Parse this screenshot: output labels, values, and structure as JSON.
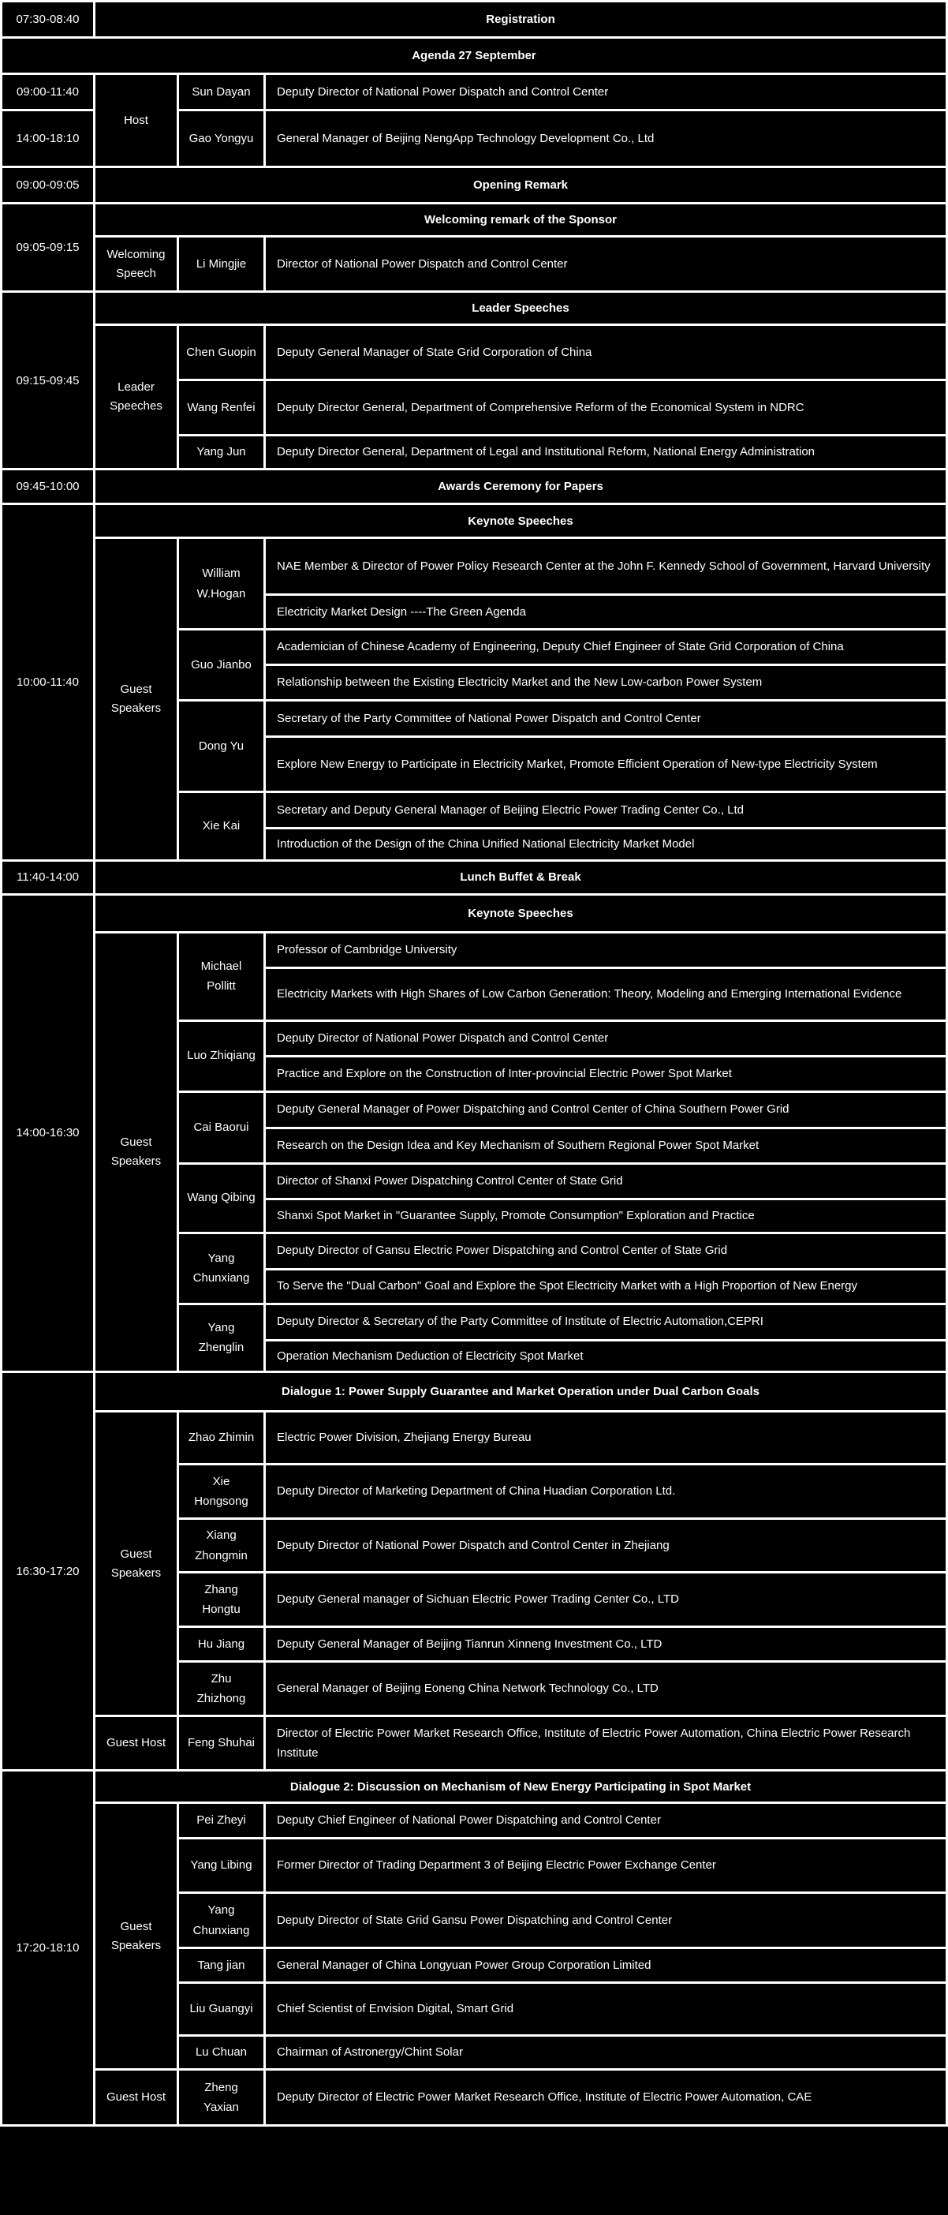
{
  "page": {
    "background_color": "#000000",
    "text_color": "#ffffff",
    "border_color": "#ffffff"
  },
  "agenda": {
    "registration_time": "07:30-08:40",
    "registration_label": "Registration",
    "date_header": "Agenda 27 September",
    "host": {
      "times": [
        "09:00-11:40",
        "14:00-18:10"
      ],
      "role": "Host",
      "speakers": [
        {
          "name": "Sun Dayan",
          "desc": "Deputy Director of National Power Dispatch and Control Center"
        },
        {
          "name": "Gao Yongyu",
          "desc": "General Manager of Beijing NengApp Technology Development Co., Ltd"
        }
      ]
    },
    "opening": {
      "time": "09:00-09:05",
      "label": "Opening Remark"
    },
    "welcoming": {
      "time": "09:05-09:15",
      "header": "Welcoming remark of the Sponsor",
      "role": "Welcoming Speech",
      "speaker": {
        "name": "Li Mingjie",
        "desc": "Director of National Power Dispatch and Control Center"
      }
    },
    "leader": {
      "time": "09:15-09:45",
      "header": "Leader  Speeches",
      "role": "Leader Speeches",
      "speakers": [
        {
          "name": "Chen Guopin",
          "desc": "Deputy General Manager of State Grid Corporation of China"
        },
        {
          "name": "Wang Renfei",
          "desc": "Deputy Director General, Department of Comprehensive Reform of the Economical System in NDRC"
        },
        {
          "name": "Yang Jun",
          "desc": "Deputy Director General, Department of Legal and Institutional Reform, National Energy Administration"
        }
      ]
    },
    "awards": {
      "time": "09:45-10:00",
      "label": "Awards Ceremony for Papers"
    },
    "keynote_morning": {
      "time": "10:00-11:40",
      "header": "Keynote Speeches",
      "role": "Guest Speakers",
      "speakers": [
        {
          "name": "William W.Hogan",
          "title": "NAE Member & Director of Power Policy Research Center at the John F. Kennedy School of Government, Harvard University",
          "topic": "Electricity Market Design ----The Green Agenda"
        },
        {
          "name": "Guo Jianbo",
          "title": "Academician of Chinese Academy of Engineering, Deputy Chief Engineer of State Grid Corporation of China",
          "topic": "Relationship between the Existing Electricity Market and the New Low-carbon Power System"
        },
        {
          "name": "Dong Yu",
          "title": "Secretary of the Party Committee of National Power Dispatch and Control Center",
          "topic": "Explore New Energy to Participate in Electricity Market, Promote Efficient Operation of New-type Electricity System"
        },
        {
          "name": "Xie Kai",
          "title": "Secretary and Deputy General Manager of Beijing Electric Power Trading Center Co., Ltd",
          "topic": "Introduction of the Design of the China Unified National Electricity Market Model"
        }
      ]
    },
    "lunch": {
      "time": "11:40-14:00",
      "label": "Lunch Buffet & Break"
    },
    "keynote_afternoon": {
      "time": "14:00-16:30",
      "header": "Keynote Speeches",
      "role": "Guest Speakers",
      "speakers": [
        {
          "name": "Michael Pollitt",
          "title": "Professor of Cambridge University",
          "topic": "Electricity Markets with High Shares of Low Carbon Generation: Theory, Modeling and Emerging International Evidence"
        },
        {
          "name": "Luo Zhiqiang",
          "title": "Deputy Director of National Power Dispatch and Control Center",
          "topic": "Practice and Explore on the Construction of Inter-provincial Electric Power Spot Market"
        },
        {
          "name": "Cai Baorui",
          "title": "Deputy General Manager of Power Dispatching and Control Center of China Southern Power Grid",
          "topic": "Research on the Design Idea and Key Mechanism of Southern Regional Power Spot Market"
        },
        {
          "name": "Wang Qibing",
          "title": "Director of Shanxi Power Dispatching Control Center of State Grid",
          "topic": "Shanxi Spot Market in \"Guarantee Supply, Promote Consumption\" Exploration and Practice"
        },
        {
          "name": "Yang Chunxiang",
          "title": "Deputy Director of Gansu Electric Power Dispatching and Control Center of State Grid",
          "topic": "To Serve the \"Dual Carbon\" Goal and Explore the Spot Electricity Market with a High Proportion of New Energy"
        },
        {
          "name": "Yang Zhenglin",
          "title": "Deputy Director & Secretary of the Party Committee of Institute of Electric Automation,CEPRI",
          "topic": "Operation Mechanism Deduction of Electricity Spot Market"
        }
      ]
    },
    "dialogue1": {
      "time": "16:30-17:20",
      "header": "Dialogue 1: Power Supply Guarantee and Market Operation under Dual Carbon Goals",
      "role": "Guest Speakers",
      "speakers": [
        {
          "name": "Zhao Zhimin",
          "desc": "Electric Power Division, Zhejiang Energy Bureau"
        },
        {
          "name": "Xie Hongsong",
          "desc": "Deputy Director of Marketing Department of China Huadian Corporation Ltd."
        },
        {
          "name": "Xiang Zhongmin",
          "desc": "Deputy Director of National Power Dispatch and Control Center in Zhejiang"
        },
        {
          "name": "Zhang Hongtu",
          "desc": "Deputy General manager of Sichuan Electric Power Trading Center Co., LTD"
        },
        {
          "name": "Hu Jiang",
          "desc": "Deputy General Manager of Beijing Tianrun Xinneng Investment Co., LTD"
        },
        {
          "name": "Zhu Zhizhong",
          "desc": "General Manager of Beijing Eoneng China Network Technology Co., LTD"
        }
      ],
      "host_role": "Guest Host",
      "host": {
        "name": "Feng Shuhai",
        "desc": "Director of Electric Power Market Research Office, Institute of Electric Power Automation, China Electric Power Research Institute"
      }
    },
    "dialogue2": {
      "time": "17:20-18:10",
      "header": "Dialogue 2: Discussion on Mechanism of New Energy Participating in Spot Market",
      "role": "Guest Speakers",
      "speakers": [
        {
          "name": "Pei Zheyi",
          "desc": "Deputy Chief Engineer of National Power Dispatching and Control Center"
        },
        {
          "name": "Yang Libing",
          "desc": "Former Director of Trading Department 3 of Beijing Electric Power Exchange Center"
        },
        {
          "name": "Yang Chunxiang",
          "desc": "Deputy Director of State Grid Gansu Power Dispatching and Control Center"
        },
        {
          "name": "Tang jian",
          "desc": "General Manager of China Longyuan Power Group Corporation Limited"
        },
        {
          "name": "Liu Guangyi",
          "desc": "Chief Scientist of Envision Digital, Smart Grid"
        },
        {
          "name": "Lu Chuan",
          "desc": "Chairman of Astronergy/Chint Solar"
        }
      ],
      "host_role": "Guest Host",
      "host": {
        "name": "Zheng Yaxian",
        "desc": "Deputy Director of Electric Power Market Research Office, Institute of Electric Power Automation, CAE"
      }
    }
  }
}
